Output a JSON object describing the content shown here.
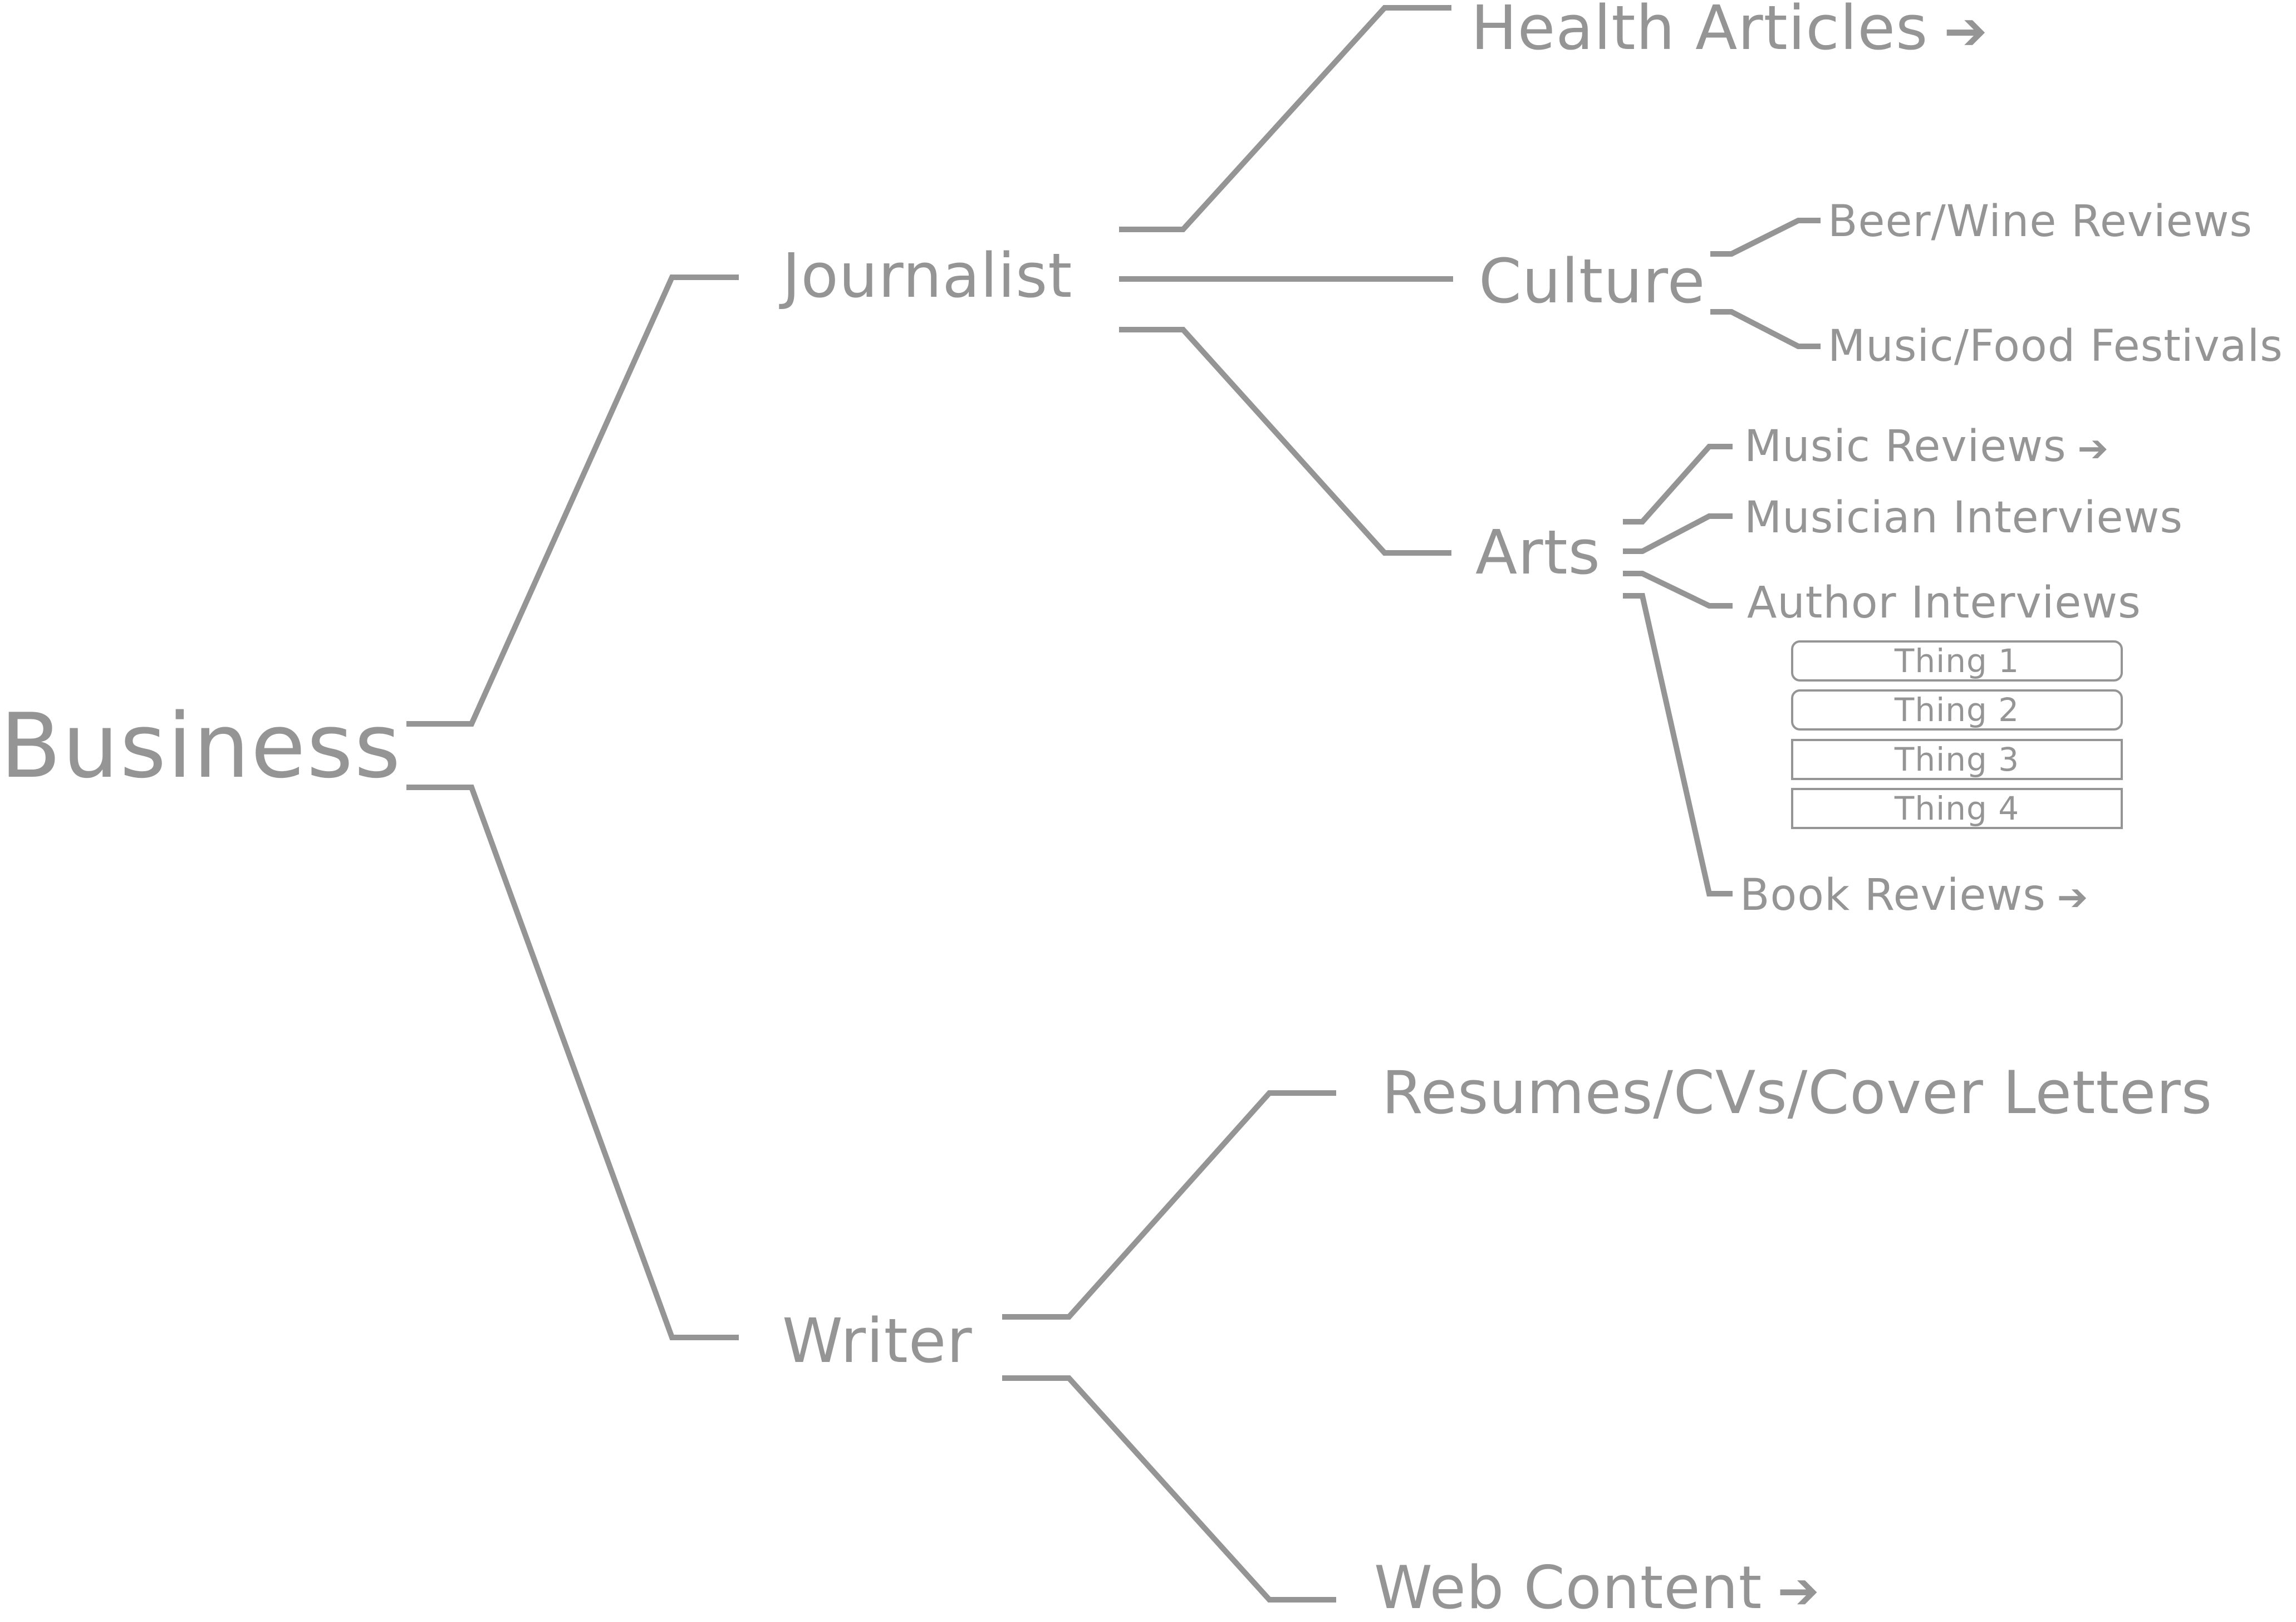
{
  "diagram": {
    "root": {
      "label": "Business"
    },
    "branches": {
      "journalist": {
        "label": "Journalist",
        "children": {
          "health_articles": {
            "label": "Health Articles",
            "arrow": "➔"
          },
          "culture": {
            "label": "Culture",
            "children": {
              "beer_wine_reviews": {
                "label": "Beer/Wine Reviews"
              },
              "music_food_festivals": {
                "label": "Music/Food Festivals"
              }
            }
          },
          "arts": {
            "label": "Arts",
            "children": {
              "music_reviews": {
                "label": "Music Reviews",
                "arrow": "➔"
              },
              "musician_interviews": {
                "label": "Musician Interviews"
              },
              "author_interviews": {
                "label": "Author Interviews",
                "items": [
                  "Thing 1",
                  "Thing 2",
                  "Thing 3",
                  "Thing 4"
                ]
              },
              "book_reviews": {
                "label": "Book Reviews",
                "arrow": "➔"
              }
            }
          }
        }
      },
      "writer": {
        "label": "Writer",
        "children": {
          "resumes": {
            "label": "Resumes/CVs/Cover Letters"
          },
          "web_content": {
            "label": "Web Content",
            "arrow": "➔"
          }
        }
      }
    }
  },
  "colors": {
    "line": "#959595",
    "text": "#959595",
    "background": "#ffffff"
  }
}
